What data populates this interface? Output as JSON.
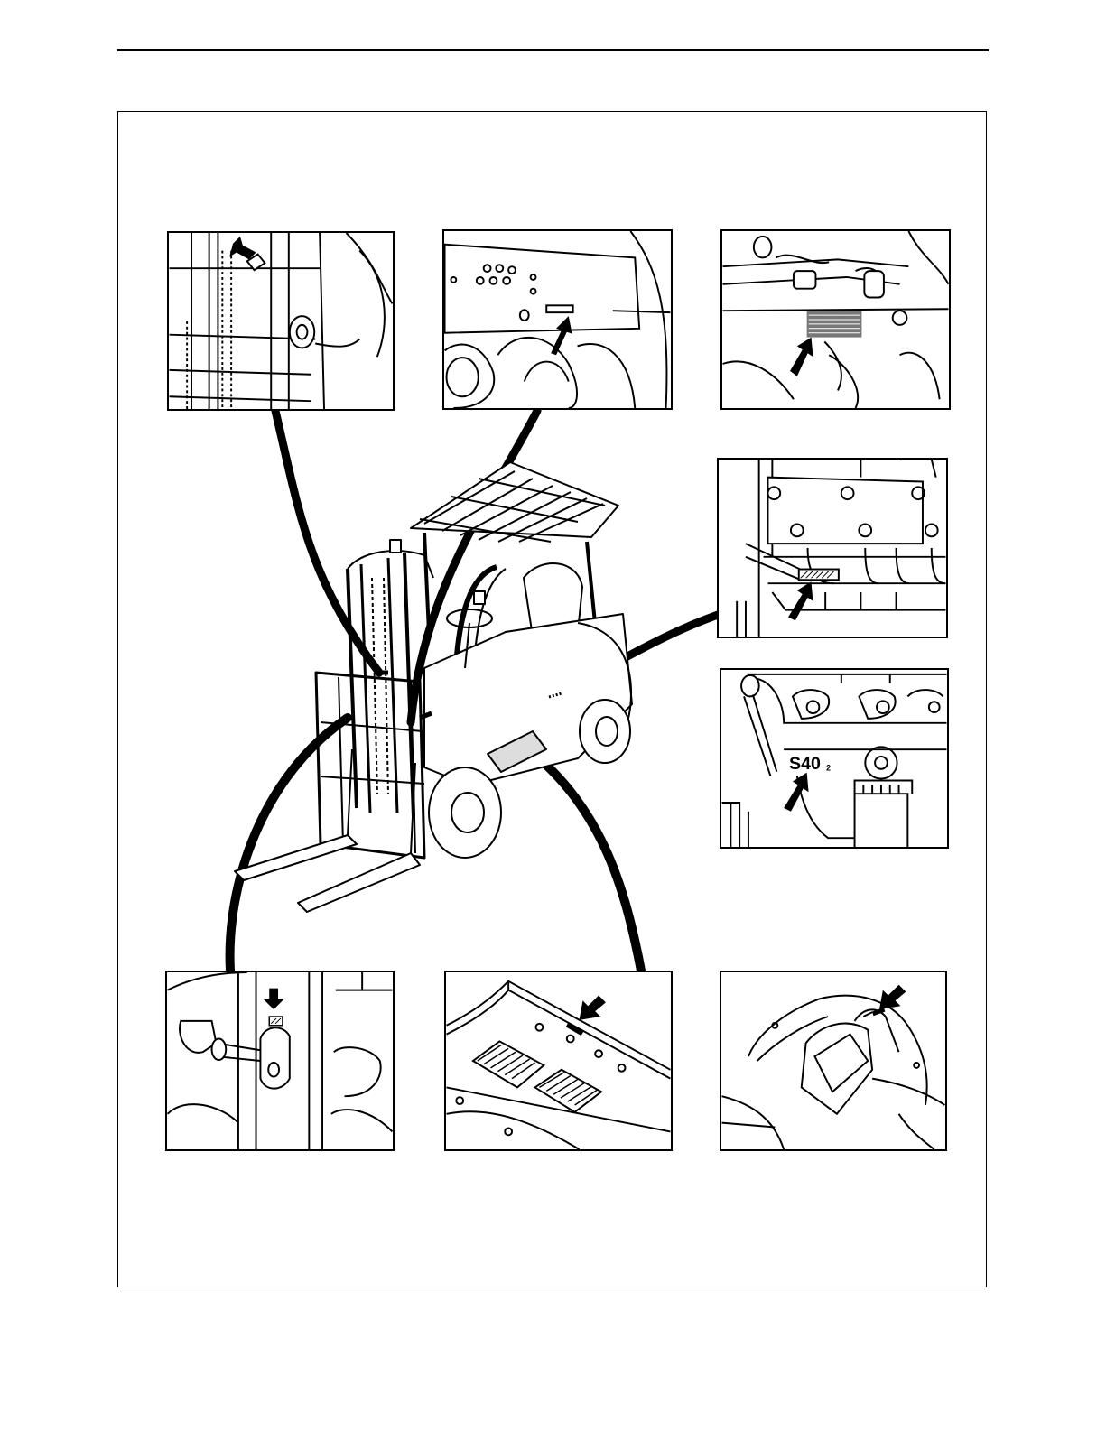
{
  "page": {
    "header_rule": true
  },
  "figure": {
    "main_illustration": "forklift-truck",
    "panels": [
      {
        "id": "mast-plate",
        "icon": "arrow-icon"
      },
      {
        "id": "frame-side-plate",
        "icon": "arrow-icon"
      },
      {
        "id": "engine-block-hatched-label",
        "icon": "arrow-icon"
      },
      {
        "id": "engine-manifold-hatched-label",
        "icon": "arrow-icon"
      },
      {
        "id": "engine-number-stamp",
        "icon": "arrow-icon",
        "stamp_text": "S40",
        "stamp_suffix": "2"
      },
      {
        "id": "mast-bracket-plate",
        "icon": "arrow-icon"
      },
      {
        "id": "floor-plate-label",
        "icon": "arrow-icon"
      },
      {
        "id": "transmission-housing-label",
        "icon": "arrow-icon"
      }
    ]
  },
  "colors": {
    "ink": "#000000",
    "paper": "#ffffff",
    "hatch": "#555555"
  }
}
